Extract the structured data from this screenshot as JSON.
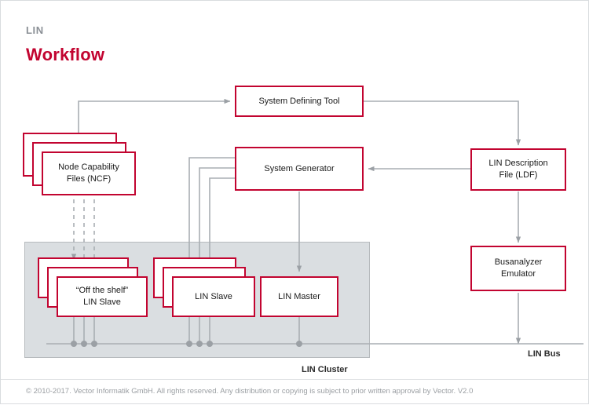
{
  "header": {
    "kicker": "LIN",
    "title": "Workflow"
  },
  "diagram": {
    "type": "flow-diagram",
    "cluster": {
      "label": "LIN Cluster",
      "fill": "#dadee1",
      "border": "#b6babd"
    },
    "bus": {
      "label": "LIN Bus",
      "color": "#9ba0a5",
      "node_dots": 7
    },
    "accent_color": "#c20430",
    "line_color": "#a9aeb3",
    "nodes": [
      {
        "id": "system-defining-tool",
        "label": "System Defining Tool",
        "stacked": 1,
        "in_cluster": false
      },
      {
        "id": "node-capability-files",
        "label": "Node Capability\nFiles (NCF)",
        "stacked": 3,
        "in_cluster": false
      },
      {
        "id": "system-generator",
        "label": "System Generator",
        "stacked": 1,
        "in_cluster": false
      },
      {
        "id": "lin-description-file",
        "label": "LIN Description\nFile (LDF)",
        "stacked": 1,
        "in_cluster": false
      },
      {
        "id": "busanalyzer-emulator",
        "label": "Busanalyzer\nEmulator",
        "stacked": 1,
        "in_cluster": false
      },
      {
        "id": "off-the-shelf-lin-slave",
        "label": "“Off the shelf”\nLIN Slave",
        "stacked": 3,
        "in_cluster": true
      },
      {
        "id": "lin-slave",
        "label": "LIN Slave",
        "stacked": 3,
        "in_cluster": true
      },
      {
        "id": "lin-master",
        "label": "LIN Master",
        "stacked": 1,
        "in_cluster": true
      }
    ],
    "connections": [
      {
        "from": "node-capability-files",
        "to": "system-defining-tool",
        "style": "solid"
      },
      {
        "from": "system-defining-tool",
        "to": "lin-description-file",
        "style": "solid"
      },
      {
        "from": "lin-description-file",
        "to": "system-generator",
        "style": "solid"
      },
      {
        "from": "lin-description-file",
        "to": "busanalyzer-emulator",
        "style": "solid"
      },
      {
        "from": "node-capability-files",
        "to": "off-the-shelf-lin-slave",
        "style": "dashed",
        "count": 3
      },
      {
        "from": "system-generator",
        "to": "lin-slave",
        "style": "solid",
        "count": 3
      },
      {
        "from": "system-generator",
        "to": "lin-master",
        "style": "solid"
      },
      {
        "from": "busanalyzer-emulator",
        "to": "bus",
        "style": "solid"
      }
    ]
  },
  "footer": {
    "copyright": "© 2010-2017. Vector Informatik GmbH. All rights reserved. Any distribution or copying is subject to prior written approval by Vector. V2.0"
  }
}
